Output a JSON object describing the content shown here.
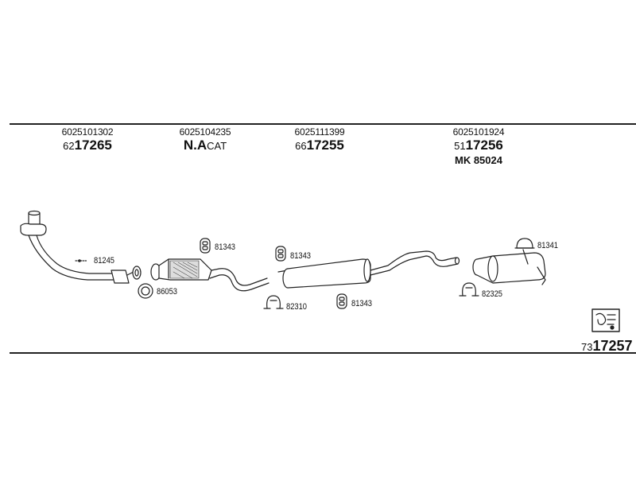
{
  "columns": [
    {
      "id": "c1",
      "oem": "6025101302",
      "prefix": "62",
      "part": "17265"
    },
    {
      "id": "c2",
      "oem": "6025104235",
      "part": "N.A",
      "suffix": "CAT"
    },
    {
      "id": "c3",
      "oem": "6025111399",
      "prefix": "66",
      "part": "17255"
    },
    {
      "id": "c4",
      "oem": "6025101924",
      "prefix": "51",
      "part": "17256",
      "kit": "MK  85024"
    }
  ],
  "labels": {
    "l81245": "81245",
    "l86053": "86053",
    "l81343a": "81343",
    "l81343b": "81343",
    "l82310": "82310",
    "l81343c": "81343",
    "l82325": "82325",
    "l81341": "81341"
  },
  "kit_code": {
    "prefix": "73",
    "number": "17257"
  },
  "colors": {
    "line": "#222222",
    "fill": "#ffffff"
  }
}
